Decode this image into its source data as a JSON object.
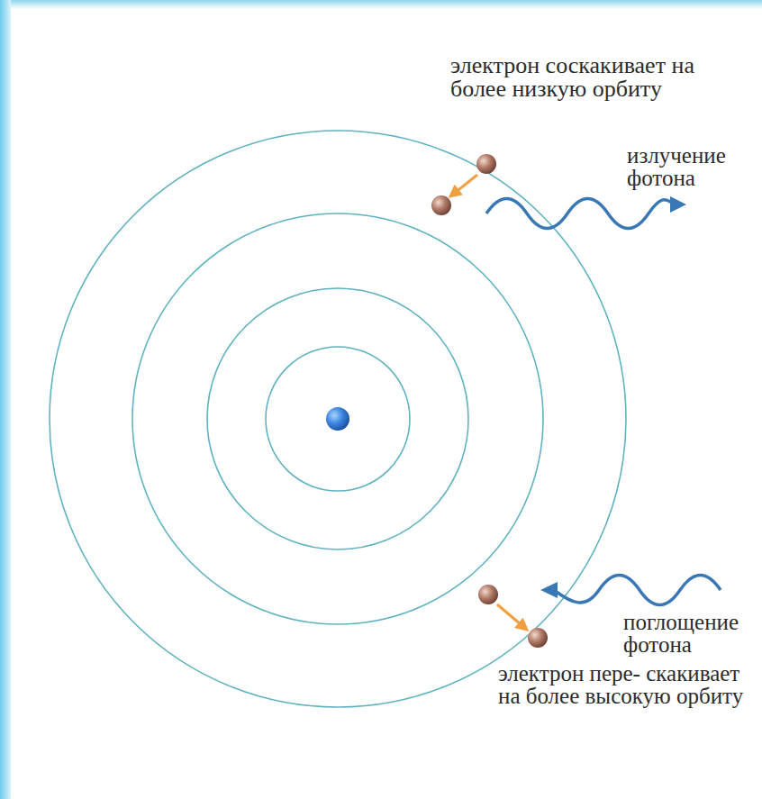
{
  "diagram": {
    "labels": [
      "электрон соскакивает на более низкую орбиту",
      "излучение фотона",
      "поглощение фотона",
      "электрон пере- скакивает на более высокую орбиту"
    ]
  }
}
